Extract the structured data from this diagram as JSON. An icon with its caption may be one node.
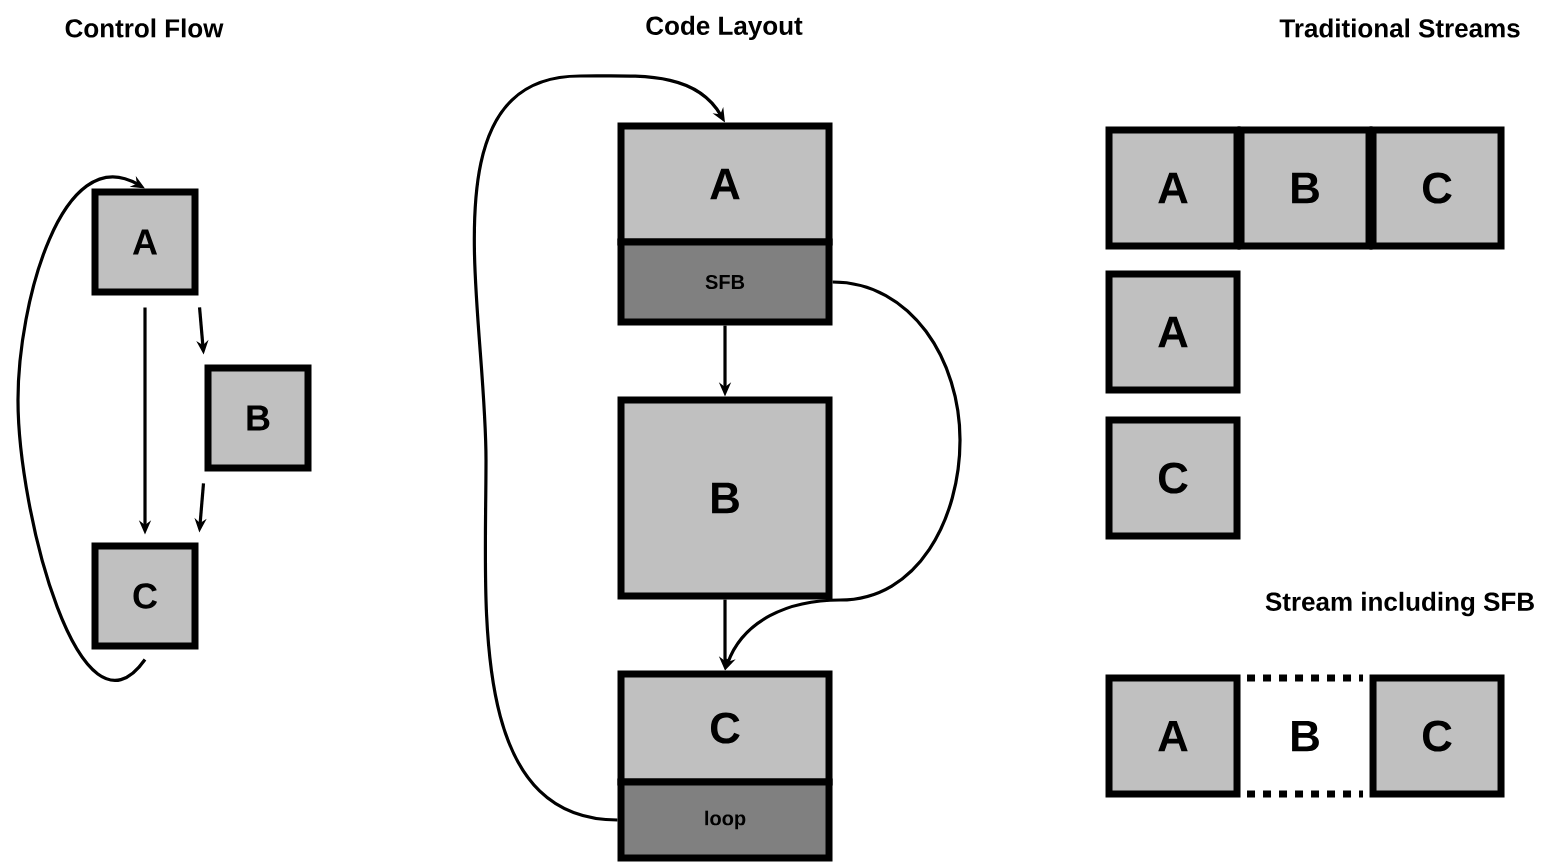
{
  "diagram": {
    "nodes": [
      {
        "text": [
          "A"
        ]
      },
      {
        "text": [
          "B"
        ]
      },
      {
        "text": [
          "C"
        ]
      },
      {
        "text": [
          "A"
        ]
      },
      {
        "text": [
          "SFB"
        ]
      },
      {
        "text": [
          "B"
        ]
      },
      {
        "text": [
          "C"
        ]
      },
      {
        "text": [
          "loop"
        ]
      },
      {
        "text": [
          "A"
        ]
      },
      {
        "text": [
          "B"
        ]
      },
      {
        "text": [
          "C"
        ]
      },
      {
        "text": [
          "A"
        ]
      },
      {
        "text": [
          "C"
        ]
      },
      {
        "text": [
          "A"
        ]
      },
      {
        "text": [
          "B"
        ]
      },
      {
        "text": [
          "C"
        ]
      }
    ],
    "edges": [
      {
        "from": 0,
        "to": 1,
        "arrow": "to"
      },
      {
        "from": 0,
        "to": 2,
        "arrow": "to"
      },
      {
        "from": 1,
        "to": 2,
        "arrow": "to"
      },
      {
        "from": 2,
        "to": 0,
        "arrow": "to"
      },
      {
        "from": 4,
        "to": 5,
        "arrow": "to"
      },
      {
        "from": 5,
        "to": 6,
        "arrow": "to"
      },
      {
        "from": 4,
        "to": 6,
        "arrow": "to"
      },
      {
        "from": 7,
        "to": 3,
        "arrow": "to"
      }
    ],
    "labels": [
      "Control Flow",
      "Code Layout",
      "Traditional Streams",
      "Stream including SFB"
    ]
  }
}
